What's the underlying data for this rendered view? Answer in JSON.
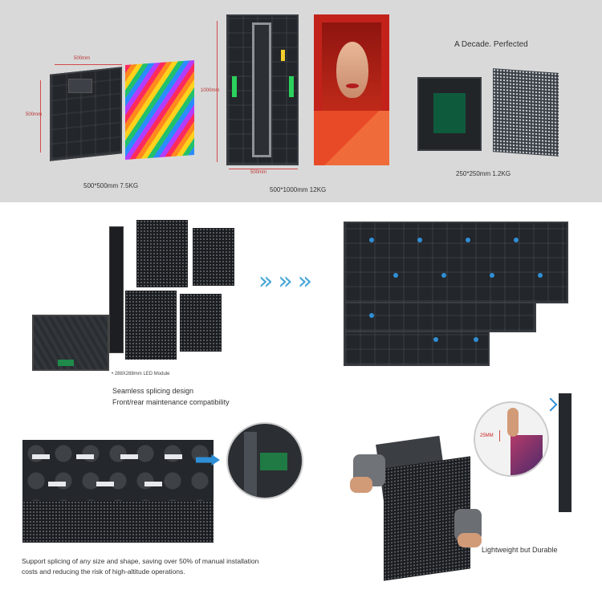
{
  "top": {
    "tagline": "A Decade. Perfected",
    "cabinet_500x500": {
      "caption": "500*500mm  7.5KG",
      "dim_width": "500mm",
      "dim_height": "500mm"
    },
    "cabinet_500x1000": {
      "caption": "500*1000mm  12KG",
      "dim_height": "1000mm",
      "dim_width": "500mm"
    },
    "cabinet_250x250": {
      "caption": "250*250mm    1.2KG"
    }
  },
  "middle": {
    "module_note": "• 288X288mm LED Module",
    "feature_line1": "Seamless splicing design",
    "feature_line2": "Front/rear maintenance compatibility",
    "arrows": "»»»"
  },
  "bottom": {
    "splicing_text_line1": "Support splicing of any size and shape, saving over 50% of manual installation",
    "splicing_text_line2": "costs and reducing the risk of high-altitude operations.",
    "thickness_label": "25MM",
    "lightweight_caption": "Lightweight but Durable"
  },
  "colors": {
    "band_gray": "#d9d9d9",
    "accent_blue": "#46a6d8",
    "dimension_red": "#d24a4a"
  }
}
